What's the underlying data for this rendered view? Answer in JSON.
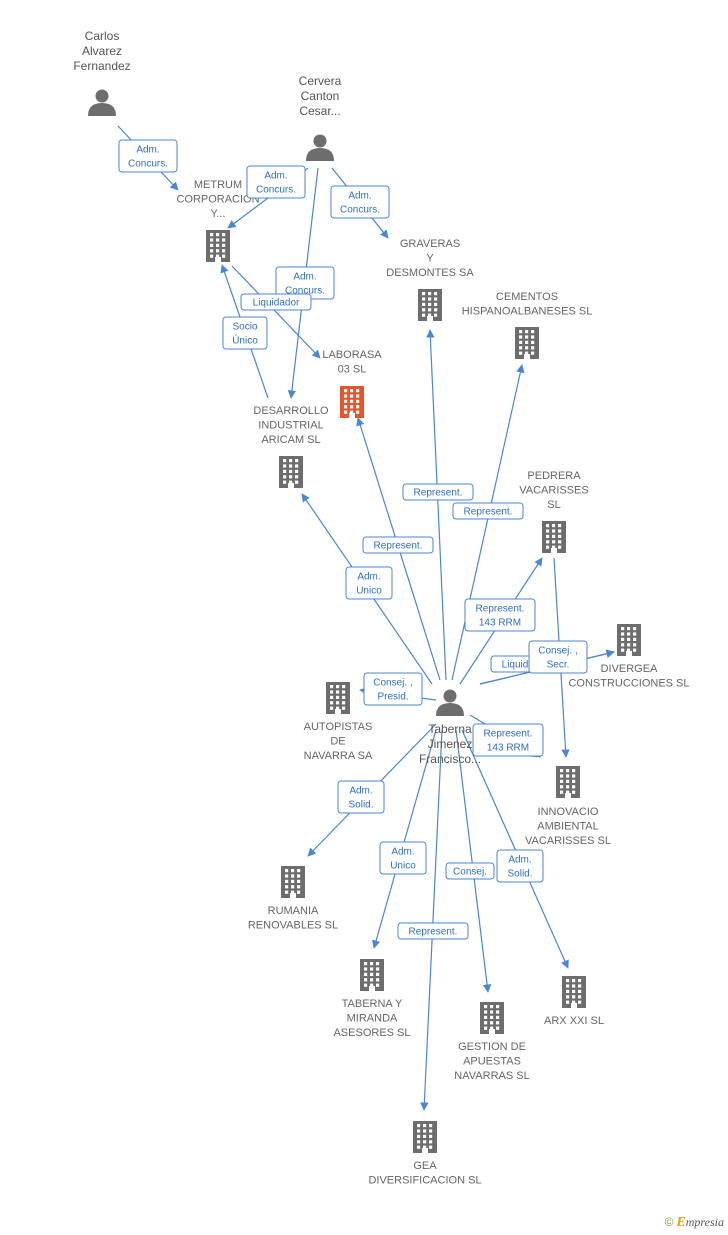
{
  "colors": {
    "edge": "#4a86d4",
    "building": "#6d6d6d",
    "building_highlight": "#e8552a",
    "person": "#6d6d6d"
  },
  "nodes": [
    {
      "id": "carlos",
      "kind": "person",
      "lines": [
        "Carlos",
        "Alvarez",
        "Fernandez"
      ]
    },
    {
      "id": "cervera",
      "kind": "person",
      "lines": [
        "Cervera",
        "Canton",
        "Cesar..."
      ]
    },
    {
      "id": "taberna",
      "kind": "person",
      "lines": [
        "Taberna",
        "Jimenez",
        "Francisco..."
      ]
    },
    {
      "id": "metrum",
      "kind": "company",
      "lines": [
        "METRUM",
        "CORPORACION",
        "Y..."
      ]
    },
    {
      "id": "graveras",
      "kind": "company",
      "lines": [
        "GRAVERAS",
        "Y",
        "DESMONTES SA"
      ]
    },
    {
      "id": "cementos",
      "kind": "company",
      "lines": [
        "CEMENTOS",
        "HISPANOALBANESES SL"
      ]
    },
    {
      "id": "laborasa",
      "kind": "company",
      "highlight": true,
      "lines": [
        "LABORASA",
        "03 SL"
      ]
    },
    {
      "id": "desarrollo",
      "kind": "company",
      "lines": [
        "DESARROLLO",
        "INDUSTRIAL",
        "ARICAM SL"
      ]
    },
    {
      "id": "pedrera",
      "kind": "company",
      "lines": [
        "PEDRERA",
        "VACARISSES",
        "SL"
      ]
    },
    {
      "id": "divergea",
      "kind": "company",
      "lines": [
        "DIVERGEA",
        "CONSTRUCCIONES SL"
      ]
    },
    {
      "id": "autopistas",
      "kind": "company",
      "lines": [
        "AUTOPISTAS",
        "DE",
        "NAVARRA SA"
      ]
    },
    {
      "id": "innovacio",
      "kind": "company",
      "lines": [
        "INNOVACIO",
        "AMBIENTAL",
        "VACARISSES SL"
      ]
    },
    {
      "id": "rumania",
      "kind": "company",
      "lines": [
        "RUMANIA",
        "RENOVABLES SL"
      ]
    },
    {
      "id": "tabernamiranda",
      "kind": "company",
      "lines": [
        "TABERNA Y",
        "MIRANDA",
        "ASESORES SL"
      ]
    },
    {
      "id": "gestion",
      "kind": "company",
      "lines": [
        "GESTION DE",
        "APUESTAS",
        "NAVARRAS SL"
      ]
    },
    {
      "id": "arx",
      "kind": "company",
      "lines": [
        "ARX XXI SL"
      ]
    },
    {
      "id": "gea",
      "kind": "company",
      "lines": [
        "GEA",
        "DIVERSIFICACION SL"
      ]
    }
  ],
  "edges": [
    {
      "from": "carlos",
      "to": "metrum",
      "label": [
        "Adm.",
        "Concurs."
      ]
    },
    {
      "from": "cervera",
      "to": "metrum",
      "label": [
        "Adm.",
        "Concurs."
      ]
    },
    {
      "from": "cervera",
      "to": "graveras",
      "label": [
        "Adm.",
        "Concurs."
      ]
    },
    {
      "from": "cervera",
      "to": "desarrollo",
      "label": [
        "Adm.",
        "Concurs."
      ]
    },
    {
      "from": "metrum",
      "to": "laborasa",
      "label": [
        "Liquidador"
      ]
    },
    {
      "from": "desarrollo",
      "to": "metrum",
      "label": [
        "Socio",
        "Único"
      ]
    },
    {
      "from": "taberna",
      "to": "graveras",
      "label": [
        "Represent."
      ]
    },
    {
      "from": "taberna",
      "to": "cementos",
      "label": [
        "Represent."
      ]
    },
    {
      "from": "taberna",
      "to": "laborasa",
      "label": [
        "Represent."
      ]
    },
    {
      "from": "taberna",
      "to": "desarrollo",
      "label": [
        "Adm.",
        "Unico"
      ]
    },
    {
      "from": "taberna",
      "to": "pedrera",
      "label": [
        "Represent.",
        "143 RRM"
      ]
    },
    {
      "from": "taberna",
      "to": "divergea",
      "label": [
        "Liquid"
      ]
    },
    {
      "from": "taberna",
      "to": "divergea",
      "label": [
        "Consej. ,",
        "Secr."
      ]
    },
    {
      "from": "taberna",
      "to": "autopistas",
      "label": [
        "Consej. ,",
        "Presid."
      ]
    },
    {
      "from": "taberna",
      "to": "innovacio",
      "label": [
        "Represent.",
        "143 RRM"
      ]
    },
    {
      "from": "pedrera",
      "to": "innovacio",
      "label": []
    },
    {
      "from": "taberna",
      "to": "rumania",
      "label": [
        "Adm.",
        "Solid."
      ]
    },
    {
      "from": "taberna",
      "to": "tabernamiranda",
      "label": [
        "Adm.",
        "Unico"
      ]
    },
    {
      "from": "taberna",
      "to": "gea",
      "label": [
        "Represent."
      ]
    },
    {
      "from": "taberna",
      "to": "gestion",
      "label": [
        "Consej."
      ]
    },
    {
      "from": "taberna",
      "to": "arx",
      "label": [
        "Adm.",
        "Solid."
      ]
    }
  ],
  "footer": {
    "copyright": "©",
    "brand_initial": "E",
    "brand_rest": "mpresia"
  }
}
